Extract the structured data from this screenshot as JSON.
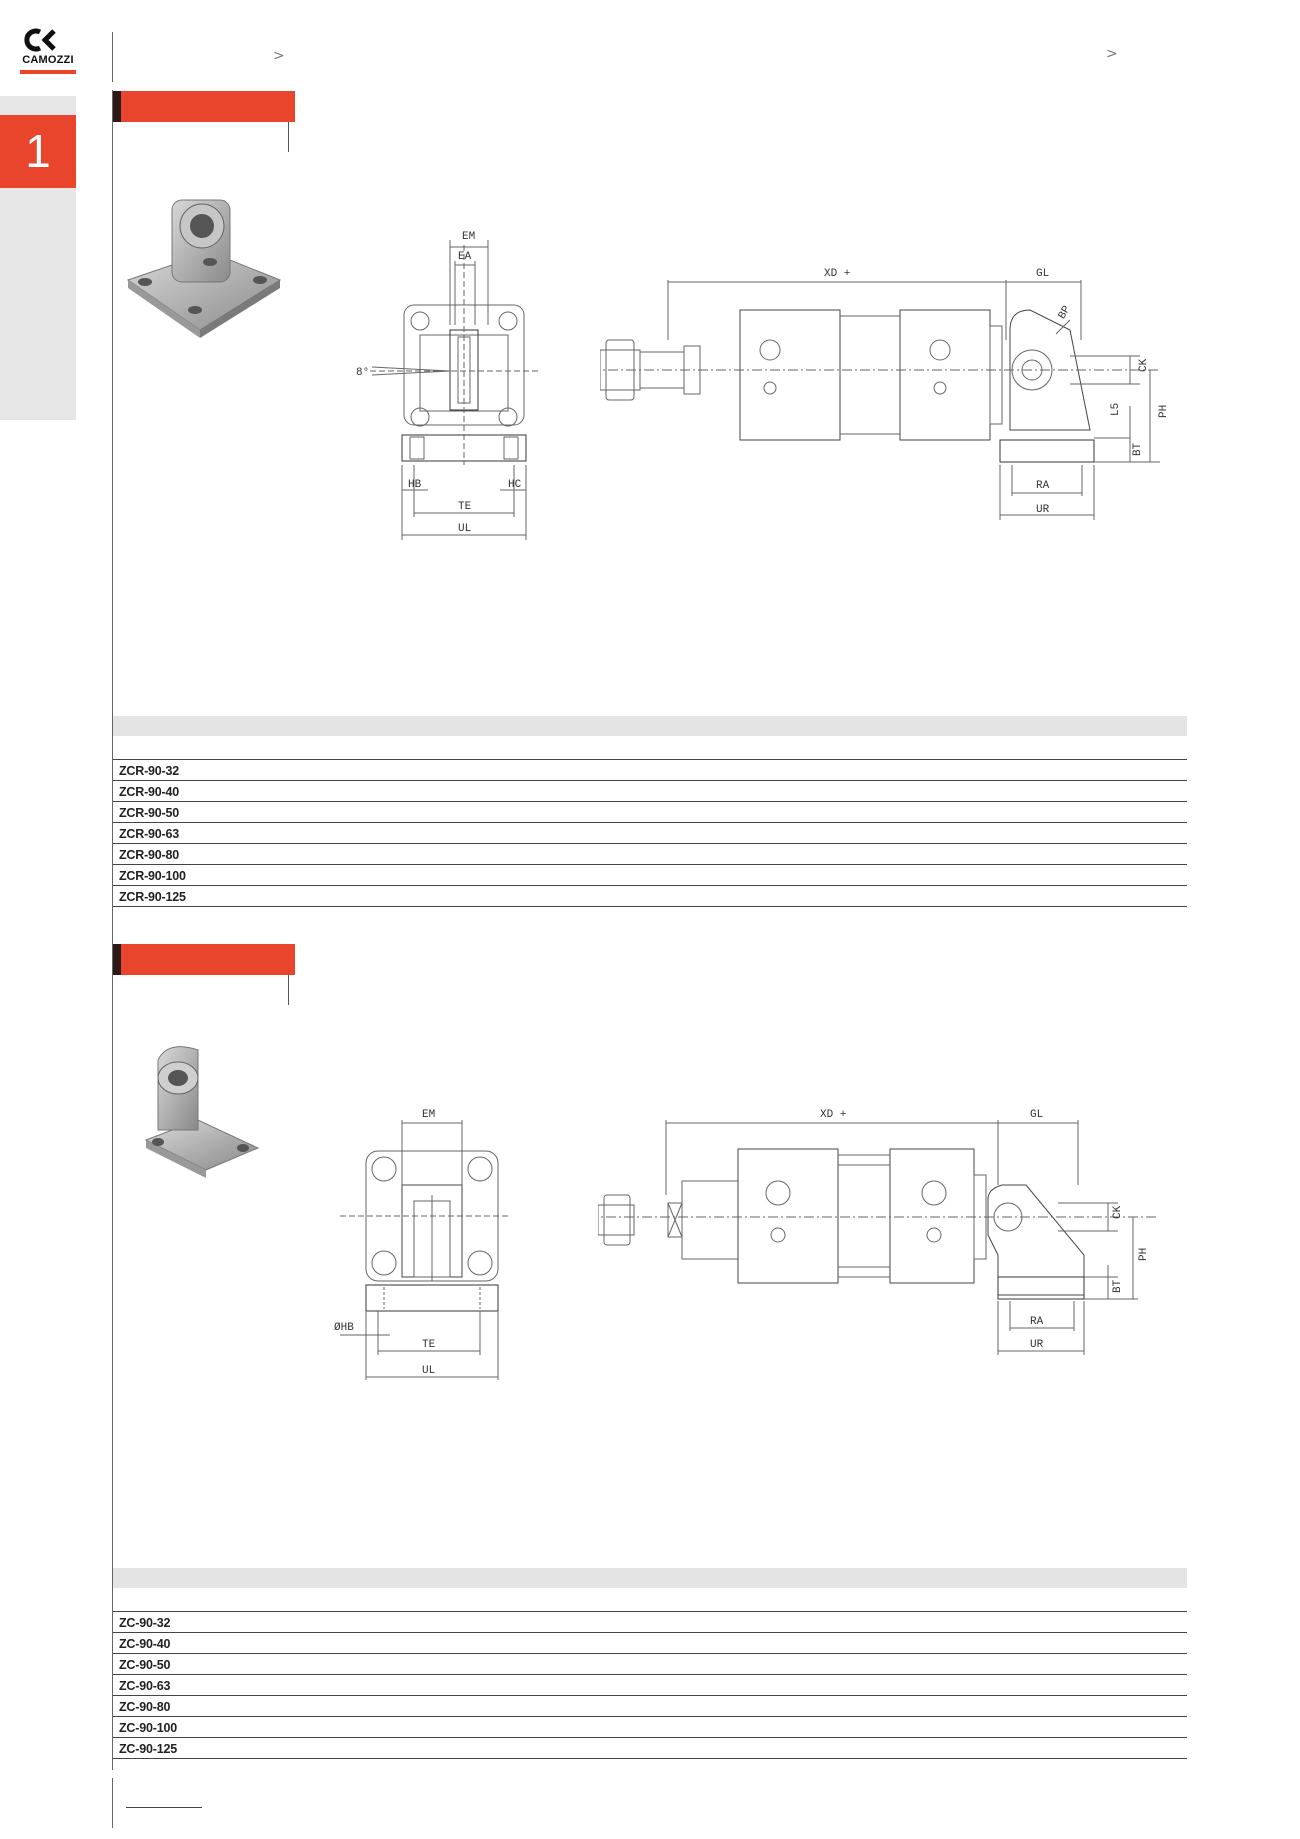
{
  "brand": {
    "name": "CAMOZZI",
    "accent_color": "#e8452c"
  },
  "side_tab": {
    "number": "1"
  },
  "header": {
    "left_marker": ">",
    "right_marker": ">"
  },
  "sections": [
    {
      "id": "zcr",
      "drawing_labels": [
        "EM",
        "EA",
        "8°",
        "HB",
        "HC",
        "TE",
        "UL",
        "XD +",
        "GL",
        "BP",
        "CK",
        "L5",
        "PH",
        "BT",
        "RA",
        "UR"
      ],
      "table": {
        "rows": [
          "ZCR-90-32",
          "ZCR-90-40",
          "ZCR-90-50",
          "ZCR-90-63",
          "ZCR-90-80",
          "ZCR-90-100",
          "ZCR-90-125"
        ]
      }
    },
    {
      "id": "zc",
      "drawing_labels": [
        "EM",
        "ØHB",
        "TE",
        "UL",
        "XD +",
        "GL",
        "CK",
        "PH",
        "BT",
        "RA",
        "UR"
      ],
      "table": {
        "rows": [
          "ZC-90-32",
          "ZC-90-40",
          "ZC-90-50",
          "ZC-90-63",
          "ZC-90-80",
          "ZC-90-100",
          "ZC-90-125"
        ]
      }
    }
  ]
}
